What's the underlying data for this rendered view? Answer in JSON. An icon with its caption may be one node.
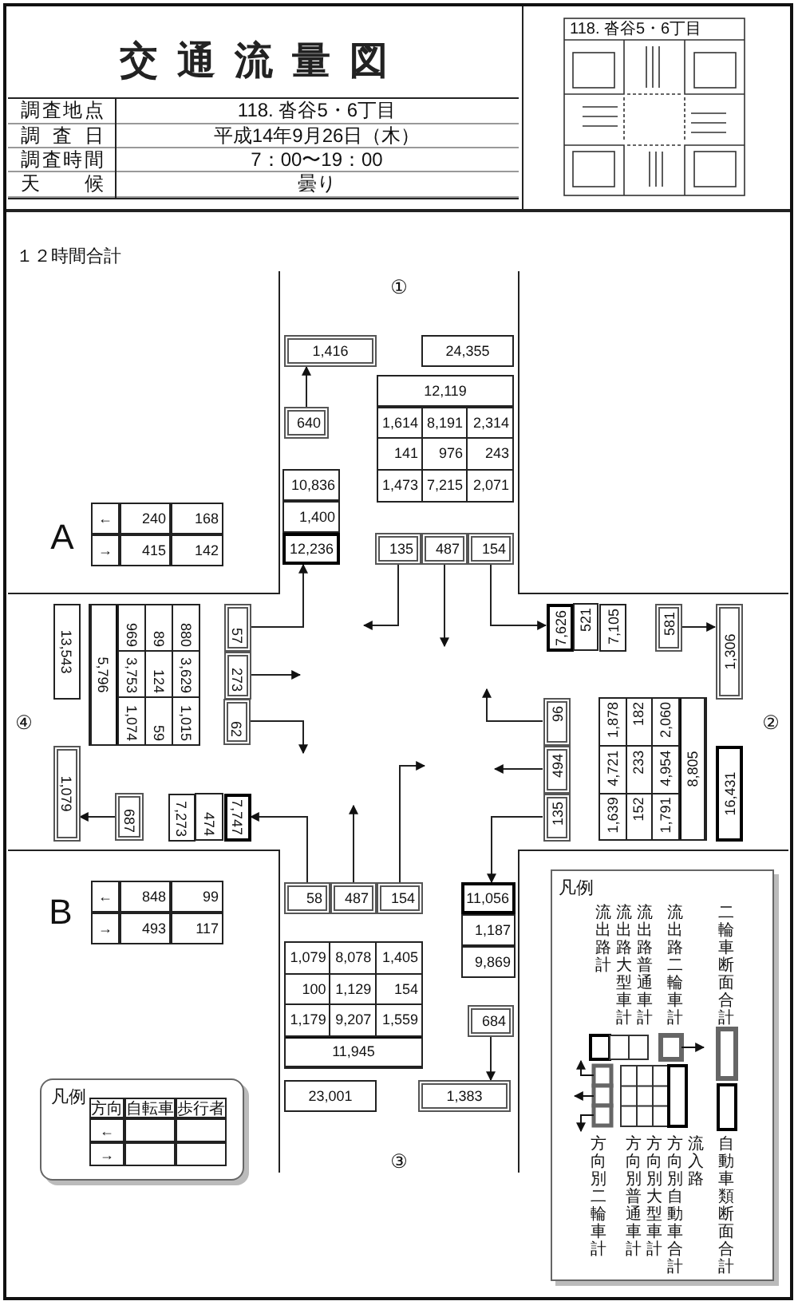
{
  "diagram": {
    "title": "交通流量図",
    "nodes": [
      {
        "text": [
          "1,416"
        ]
      },
      {
        "text": [
          "24,355"
        ]
      },
      {
        "text": [
          "640"
        ]
      },
      {
        "text": [
          "12,119"
        ]
      },
      {
        "text": [
          "1,614",
          "8,191",
          "2,314",
          "141",
          "976",
          "243",
          "1,473",
          "7,215",
          "2,071"
        ]
      },
      {
        "text": [
          "10,836"
        ]
      },
      {
        "text": [
          "1,400"
        ]
      },
      {
        "text": [
          "12,236"
        ]
      },
      {
        "text": [
          "135"
        ]
      },
      {
        "text": [
          "487"
        ]
      },
      {
        "text": [
          "154"
        ]
      },
      {
        "text": [
          "13,543"
        ]
      },
      {
        "text": [
          "880",
          "3,629",
          "1,015",
          "89",
          "124",
          "59",
          "969",
          "3,753",
          "1,074",
          "5,796"
        ]
      },
      {
        "text": [
          "57"
        ]
      },
      {
        "text": [
          "273"
        ]
      },
      {
        "text": [
          "62"
        ]
      },
      {
        "text": [
          "1,079"
        ]
      },
      {
        "text": [
          "687"
        ]
      },
      {
        "text": [
          "7,273"
        ]
      },
      {
        "text": [
          "474"
        ]
      },
      {
        "text": [
          "7,747"
        ]
      },
      {
        "text": [
          "7,626"
        ]
      },
      {
        "text": [
          "521"
        ]
      },
      {
        "text": [
          "7,105"
        ]
      },
      {
        "text": [
          "581"
        ]
      },
      {
        "text": [
          "1,306"
        ]
      },
      {
        "text": [
          "96"
        ]
      },
      {
        "text": [
          "494"
        ]
      },
      {
        "text": [
          "135"
        ]
      },
      {
        "text": [
          "1,639",
          "4,721",
          "1,878",
          "152",
          "233",
          "182",
          "1,791",
          "4,954",
          "2,060",
          "8,805"
        ]
      },
      {
        "text": [
          "16,431"
        ]
      },
      {
        "text": [
          "58"
        ]
      },
      {
        "text": [
          "487"
        ]
      },
      {
        "text": [
          "154"
        ]
      },
      {
        "text": [
          "11,056"
        ]
      },
      {
        "text": [
          "1,187"
        ]
      },
      {
        "text": [
          "9,869"
        ]
      },
      {
        "text": [
          "1,079",
          "8,078",
          "1,405",
          "100",
          "1,129",
          "154",
          "1,179",
          "9,207",
          "1,559",
          "11,945"
        ]
      },
      {
        "text": [
          "684"
        ]
      },
      {
        "text": [
          "23,001"
        ]
      },
      {
        "text": [
          "1,383"
        ]
      }
    ],
    "edges": [
      {
        "from": 2,
        "to": 0,
        "arrow": "to"
      },
      {
        "from": 8,
        "to": null,
        "arrow": "to"
      },
      {
        "from": 9,
        "to": null,
        "arrow": "to"
      },
      {
        "from": 10,
        "to": 21,
        "arrow": "to"
      },
      {
        "from": 13,
        "to": 7,
        "arrow": "to"
      },
      {
        "from": 14,
        "to": null,
        "arrow": "to"
      },
      {
        "from": 15,
        "to": null,
        "arrow": "to"
      },
      {
        "from": 17,
        "to": 16,
        "arrow": "to"
      },
      {
        "from": 24,
        "to": 25,
        "arrow": "to"
      },
      {
        "from": 26,
        "to": null,
        "arrow": "to"
      },
      {
        "from": 27,
        "to": null,
        "arrow": "to"
      },
      {
        "from": 28,
        "to": 34,
        "arrow": "to"
      },
      {
        "from": 31,
        "to": 20,
        "arrow": "to"
      },
      {
        "from": 32,
        "to": null,
        "arrow": "to"
      },
      {
        "from": 33,
        "to": null,
        "arrow": "to"
      },
      {
        "from": 38,
        "to": 40,
        "arrow": "to"
      }
    ],
    "labels": [
      "調査地点",
      "118. 沓谷5・6丁目",
      "調査日",
      "平成14年9月26日（木）",
      "調査時間",
      "7：00〜19：00",
      "天候",
      "曇り",
      "118. 沓谷5・6丁目",
      "１２時間合計",
      "①",
      "A",
      "←",
      "240",
      "168",
      "→",
      "415",
      "142",
      "④",
      "②",
      "B",
      "←",
      "848",
      "99",
      "→",
      "493",
      "117",
      "③",
      "凡例",
      "方向",
      "自転車",
      "歩行者",
      "←",
      "→",
      "凡例"
    ],
    "legend": [
      {
        "text": "流出路計"
      },
      {
        "text": "流出路大型車計"
      },
      {
        "text": "流出路普通車計"
      },
      {
        "text": "流出路二輪車計"
      },
      {
        "text": "二輪車断面合計"
      },
      {
        "text": "方向別二輪車計"
      },
      {
        "text": "方向別普通車計"
      },
      {
        "text": "方向別大型車計"
      },
      {
        "text": "方向別自動車合計"
      },
      {
        "text": "流入路"
      },
      {
        "text": "自動車類断面合計"
      }
    ]
  }
}
